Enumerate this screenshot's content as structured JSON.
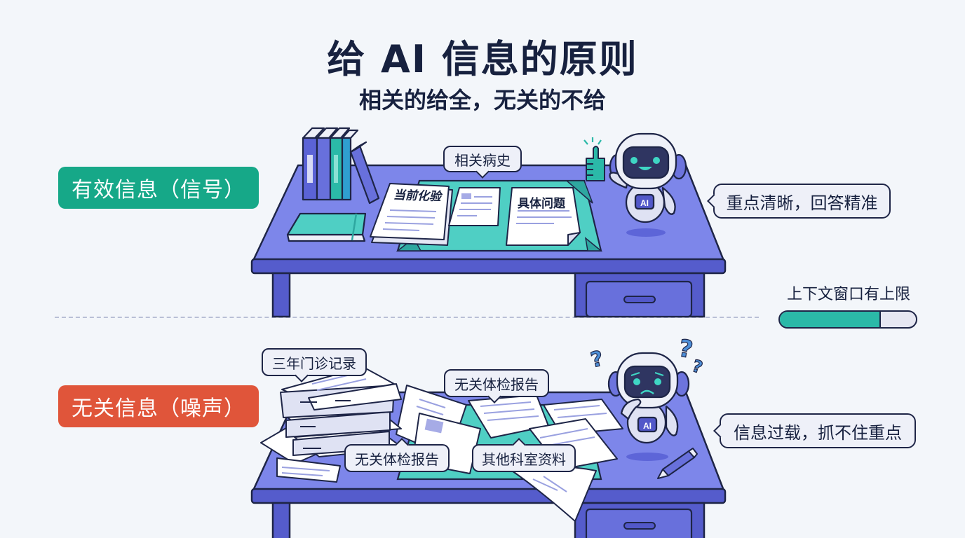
{
  "header": {
    "title": "给 AI 信息的原则",
    "subtitle": "相关的给全，无关的不给"
  },
  "sections": {
    "signal": {
      "tag": "有效信息（信号）",
      "tag_color": "#16a888",
      "doc_labels": [
        "当前化验",
        "具体问题"
      ],
      "bubble_label": "相关病史",
      "robot_mood": "happy",
      "robot_badge": "AI",
      "robot_gesture": "thumbs-up-icon",
      "speech": "重点清晰，回答精准"
    },
    "noise": {
      "tag": "无关信息（噪声）",
      "tag_color": "#e0553a",
      "bubble_labels": [
        "三年门诊记录",
        "无关体检报告",
        "无关体检报告",
        "其他科室资料"
      ],
      "robot_mood": "confused",
      "robot_badge": "AI",
      "robot_marks": [
        "?",
        "?",
        "?"
      ],
      "speech": "信息过载，抓不住重点"
    }
  },
  "context_window": {
    "label": "上下文窗口有上限",
    "fill_percent": 74,
    "fill_color": "#2bb9a8"
  },
  "colors": {
    "background": "#f3f6fa",
    "desk": "#6f78e3",
    "desk_edge": "#5258c9",
    "mat": "#4fcfc4",
    "outline": "#1e2547"
  }
}
